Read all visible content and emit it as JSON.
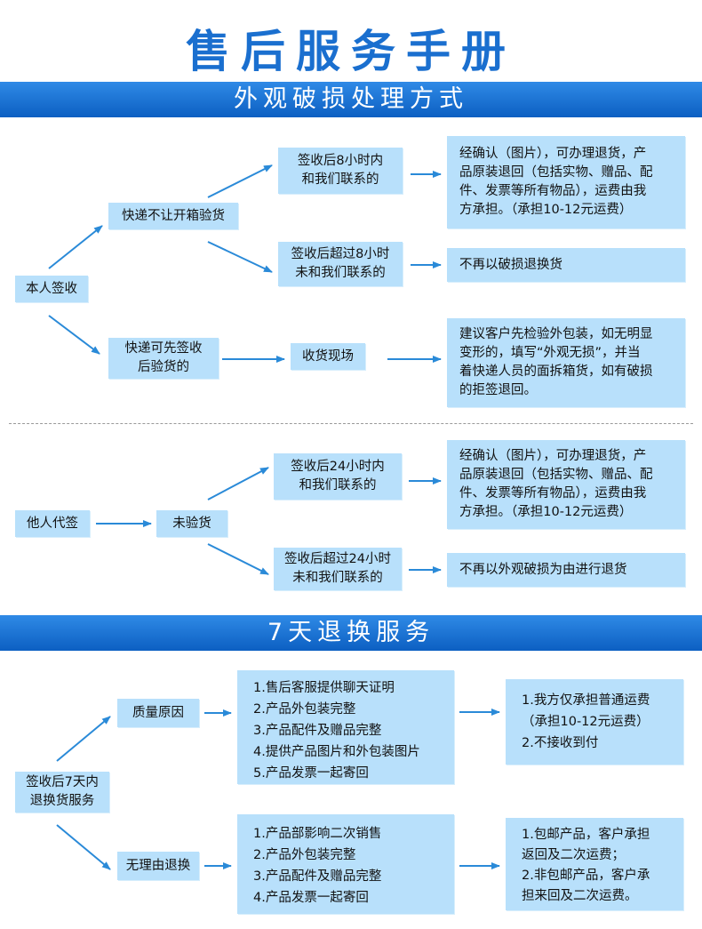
{
  "title": "售后服务手册",
  "section1": {
    "header": "外观破损处理方式",
    "self_sign": "本人签收",
    "courier_no_open": "快递不让开箱验货",
    "within_8h": "签收后8小时内和我们联系的",
    "within_8h_lines": [
      "签收后8小时内",
      "和我们联系的"
    ],
    "confirm_refund_lines": [
      "经确认（图片），可办理退货，产",
      "品原装退回（包括实物、赠品、配",
      "件、发票等所有物品），运费由我",
      "方承担。（承担10-12元运费）"
    ],
    "over_8h_lines": [
      "签收后超过8小时",
      "未和我们联系的"
    ],
    "no_exchange": "不再以破损退换货",
    "courier_sign_first_lines": [
      "快递可先签收",
      "后验货的"
    ],
    "onsite": "收货现场",
    "advice_lines": [
      "建议客户先检验外包装，如无明显",
      "变形的，填写“外观无损”，并当",
      "着快递人员的面拆箱货，如有破损",
      "的拒签退回。"
    ],
    "proxy_sign": "他人代签",
    "not_inspected": "未验货",
    "within_24h_lines": [
      "签收后24小时内",
      "和我们联系的"
    ],
    "confirm_refund2_lines": [
      "经确认（图片），可办理退货，产",
      "品原装退回（包括实物、赠品、配",
      "件、发票等所有物品），运费由我",
      "方承担。（承担10-12元运费）"
    ],
    "over_24h_lines": [
      "签收后超过24小时",
      "未和我们联系的"
    ],
    "no_return_appearance": "不再以外观破损为由进行退货"
  },
  "section2": {
    "header": "7天退换服务",
    "within_7d_lines": [
      "签收后7天内",
      "退换货服务"
    ],
    "quality": "质量原因",
    "quality_reqs": [
      "1.售后客服提供聊天证明",
      "2.产品外包装完整",
      "3.产品配件及赠品完整",
      "4.提供产品图片和外包装图片",
      "5.产品发票一起寄回"
    ],
    "quality_result": [
      "1.我方仅承担普通运费",
      "（承担10-12元运费）",
      "2.不接收到付"
    ],
    "no_reason": "无理由退换",
    "no_reason_reqs": [
      "1.产品部影响二次销售",
      "2.产品外包装完整",
      "3.产品配件及赠品完整",
      "4.产品发票一起寄回"
    ],
    "no_reason_result": [
      "1.包邮产品，客户承担",
      "返回及二次运费；",
      "2.非包邮产品，客户承",
      "担来回及二次运费。"
    ]
  },
  "colors": {
    "title": "#1a6fcf",
    "band": "#1173d4",
    "box": "#b8e0fb",
    "arrow": "#2a8ad8"
  }
}
